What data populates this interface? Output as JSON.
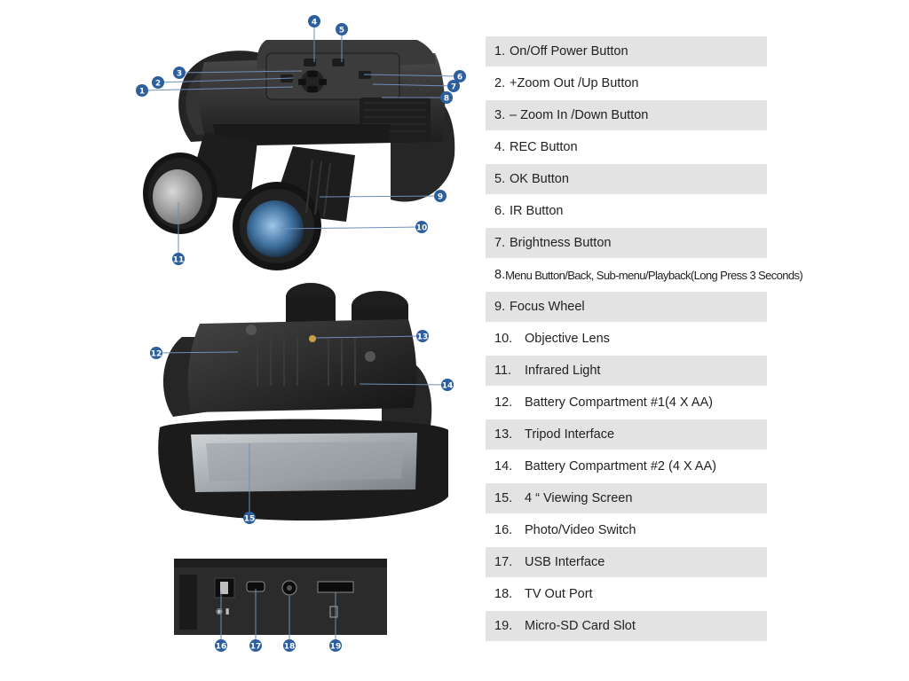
{
  "legend": [
    {
      "num": "1.",
      "label": "On/Off Power Button"
    },
    {
      "num": "2.",
      "label": "+Zoom Out /Up Button"
    },
    {
      "num": "3.",
      "label": "– Zoom In /Down Button"
    },
    {
      "num": "4.",
      "label": "REC Button"
    },
    {
      "num": "5.",
      "label": "OK Button"
    },
    {
      "num": "6.",
      "label": "IR Button"
    },
    {
      "num": "7.",
      "label": "Brightness Button"
    },
    {
      "num": "8.",
      "label": "Menu Button/Back, Sub-menu/Playback(Long Press 3 Seconds)"
    },
    {
      "num": "9.",
      "label": "Focus Wheel"
    },
    {
      "num": "10.",
      "label": "Objective Lens"
    },
    {
      "num": "11.",
      "label": "Infrared Light"
    },
    {
      "num": "12.",
      "label": "Battery Compartment #1(4 X AA)"
    },
    {
      "num": "13.",
      "label": "Tripod Interface"
    },
    {
      "num": "14.",
      "label": "Battery Compartment #2 (4 X AA)"
    },
    {
      "num": "15.",
      "label": "4 “ Viewing Screen"
    },
    {
      "num": "16.",
      "label": "Photo/Video Switch"
    },
    {
      "num": "17.",
      "label": "USB Interface"
    },
    {
      "num": "18.",
      "label": "TV Out Port"
    },
    {
      "num": "19.",
      "label": "Micro-SD Card Slot"
    }
  ],
  "callouts": [
    "1",
    "2",
    "3",
    "4",
    "5",
    "6",
    "7",
    "8",
    "9",
    "10",
    "11",
    "12",
    "13",
    "14",
    "15",
    "16",
    "17",
    "18",
    "19"
  ],
  "colors": {
    "callout": "#2c5f9e",
    "leader": "#6e8fb8",
    "row_shade": "#e3e3e3",
    "body": "#2a2a2a"
  }
}
